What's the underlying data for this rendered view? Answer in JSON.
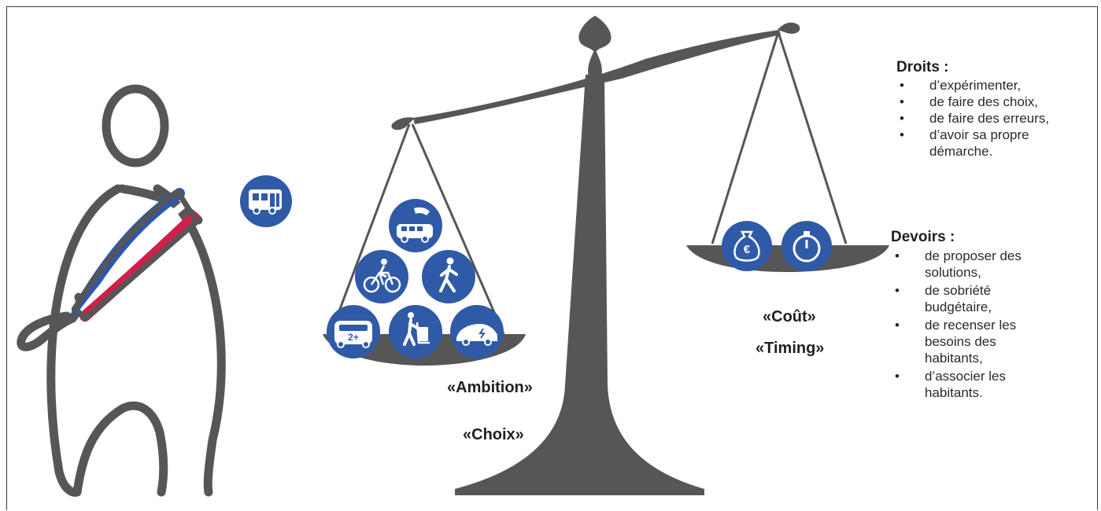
{
  "colors": {
    "ink": "#565656",
    "icon_blue": "#2f5aa7",
    "sash_blue": "#2b57b3",
    "sash_white": "#ffffff",
    "sash_red": "#d11f4a"
  },
  "icons": {
    "person_side": "bus-icon",
    "left_pan": [
      "phone-minibus-icon",
      "bicycle-icon",
      "pedestrian-icon",
      "carpool-icon",
      "delivery-trolley-icon",
      "electric-car-icon"
    ],
    "right_pan": [
      "money-bag-euro-icon",
      "stopwatch-icon"
    ]
  },
  "labels": {
    "ambition": "«Ambition»",
    "choix": "«Choix»",
    "cout": "«Coût»",
    "timing": "«Timing»",
    "carpool_badge": "2+"
  },
  "droits": {
    "title": "Droits :",
    "items": [
      "d’expérimenter,",
      "de faire des choix,",
      "de faire des erreurs,",
      "d’avoir sa propre démarche."
    ]
  },
  "devoirs": {
    "title": "Devoirs :",
    "items": [
      "de proposer des solutions,",
      "de sobriété budgétaire,",
      "de recenser les besoins des habitants,",
      "d’associer les habitants."
    ]
  }
}
